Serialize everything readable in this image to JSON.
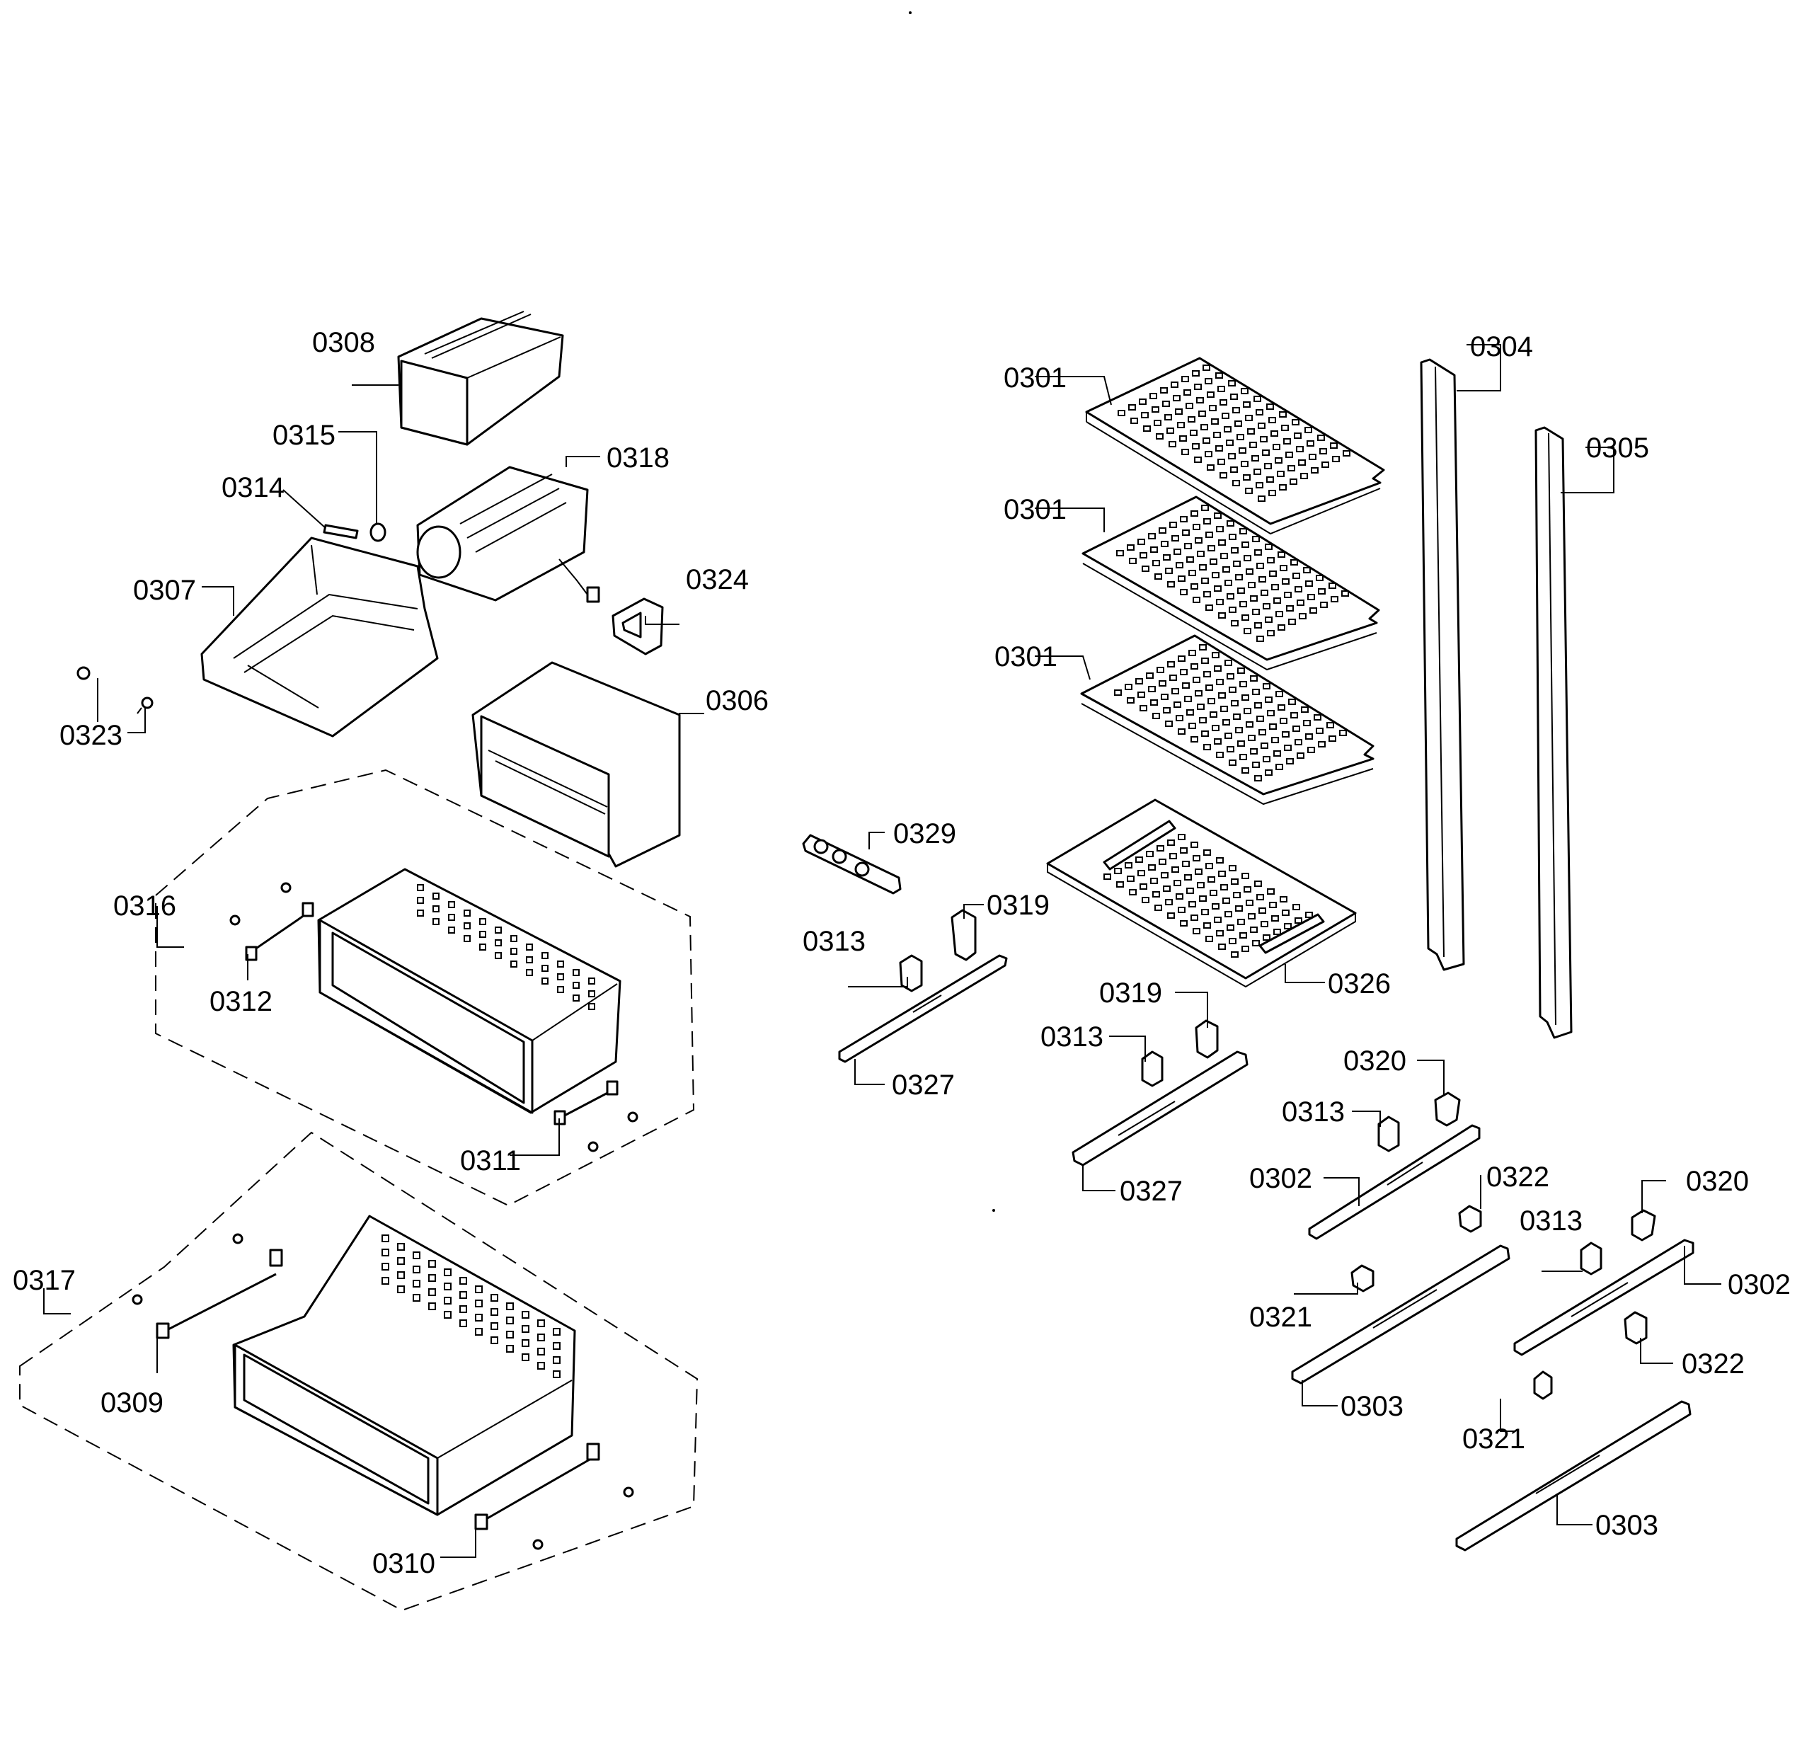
{
  "labels": {
    "p0301a": "0301",
    "p0301b": "0301",
    "p0301c": "0301",
    "p0302a": "0302",
    "p0302b": "0302",
    "p0303a": "0303",
    "p0303b": "0303",
    "p0304": "0304",
    "p0305": "0305",
    "p0306": "0306",
    "p0307": "0307",
    "p0308": "0308",
    "p0309": "0309",
    "p0310": "0310",
    "p0311": "0311",
    "p0312": "0312",
    "p0313a": "0313",
    "p0313b": "0313",
    "p0313c": "0313",
    "p0313d": "0313",
    "p0314": "0314",
    "p0315": "0315",
    "p0316": "0316",
    "p0317": "0317",
    "p0318": "0318",
    "p0319a": "0319",
    "p0319b": "0319",
    "p0320a": "0320",
    "p0320b": "0320",
    "p0321a": "0321",
    "p0321b": "0321",
    "p0322a": "0322",
    "p0322b": "0322",
    "p0323": "0323",
    "p0324": "0324",
    "p0326": "0326",
    "p0327a": "0327",
    "p0327b": "0327",
    "p0329": "0329"
  }
}
